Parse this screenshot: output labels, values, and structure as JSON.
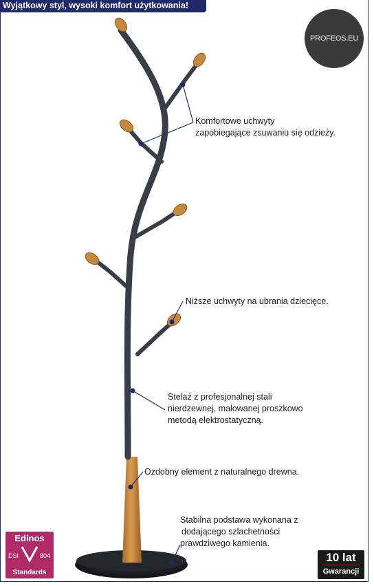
{
  "header": {
    "tagline": "Wyjątkowy styl, wysoki komfort użytkowania!"
  },
  "logo": {
    "text": "PROFEOS.EU"
  },
  "callouts": [
    {
      "lines": [
        "Komfortowe uchwyty",
        "zapobiegające zsuwaniu się odzieży."
      ]
    },
    {
      "lines": [
        "Niższe uchwyty na ubrania dziecięce."
      ]
    },
    {
      "lines": [
        "Stelaż z profesjonalnej stali",
        "nierdzewnej, malowanej proszkowo",
        "metodą elektrostatyczną."
      ]
    },
    {
      "lines": [
        "Ozdobny element z naturalnego drewna."
      ]
    },
    {
      "lines": [
        "Stabilna podstawa wykonana z",
        "dodającego szlachetności",
        "prawdziwego kamienia."
      ]
    }
  ],
  "badges": {
    "edinos": {
      "title": "Edinos",
      "code": "DSI",
      "number": "804",
      "subtitle": "Standards"
    },
    "warranty": {
      "top": "10 lat",
      "bottom": "Gwarancji"
    }
  },
  "colors": {
    "brand_navy": "#1f2a6b",
    "metal": "#3a3d47",
    "wood": "#c68a3e",
    "stone": "#1d1d22",
    "edinos_magenta": "#b02a67"
  }
}
